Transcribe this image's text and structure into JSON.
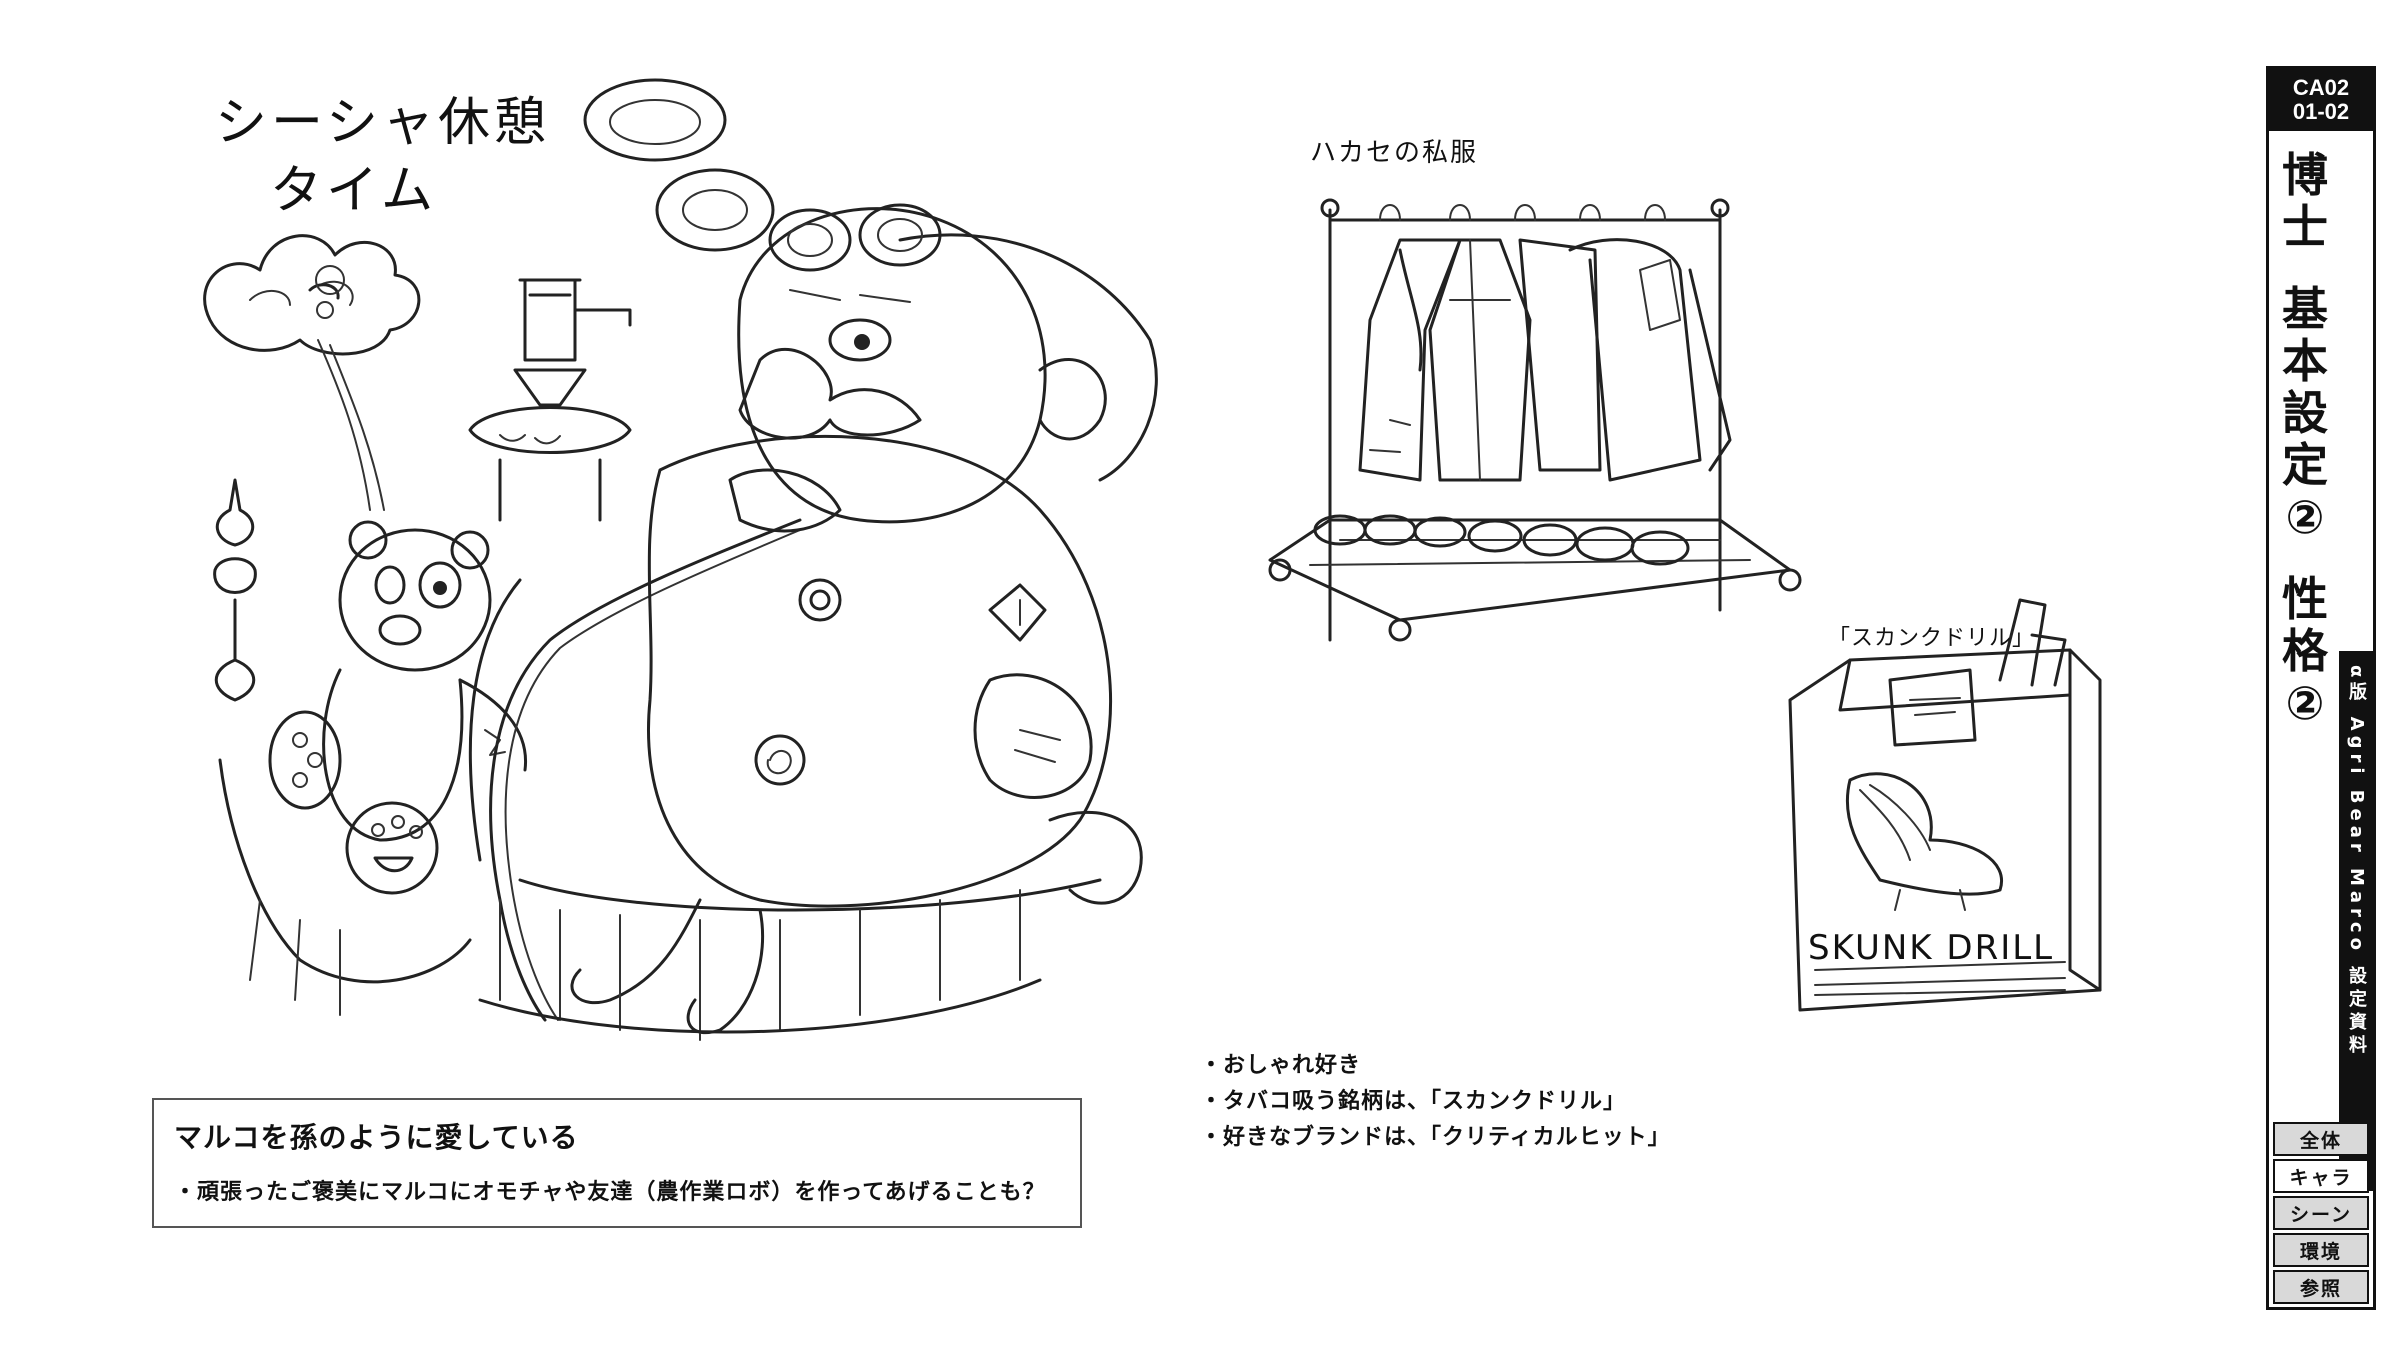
{
  "illustration": {
    "title_lines": [
      "シーシャ休憩",
      "タイム"
    ],
    "closet_label": "ハカセの私服",
    "brand_label": "「スカンクドリル」",
    "package_text": "SKUNK DRILL"
  },
  "note_box": {
    "heading": "マルコを孫のように愛している",
    "item": "・頑張ったご褒美にマルコにオモチャや友達（農作業ロボ）を作ってあげることも？"
  },
  "bullets": [
    "・おしゃれ好き",
    "・タバコ吸う銘柄は、「スカンクドリル」",
    "・好きなブランドは、「クリティカルヒット」"
  ],
  "sidebar": {
    "code_line_1": "CA02",
    "code_line_2": "01-02",
    "title_chars": [
      "博",
      "士",
      "",
      "基",
      "本",
      "設",
      "定",
      "②",
      "",
      "性",
      "格",
      "②"
    ],
    "strip_text": "α版 Agri Bear Marco 設定資料",
    "nav": [
      {
        "label": "全体",
        "active": false
      },
      {
        "label": "キャラ",
        "active": true
      },
      {
        "label": "シーン",
        "active": false
      },
      {
        "label": "環境",
        "active": false
      },
      {
        "label": "参照",
        "active": false
      }
    ]
  }
}
